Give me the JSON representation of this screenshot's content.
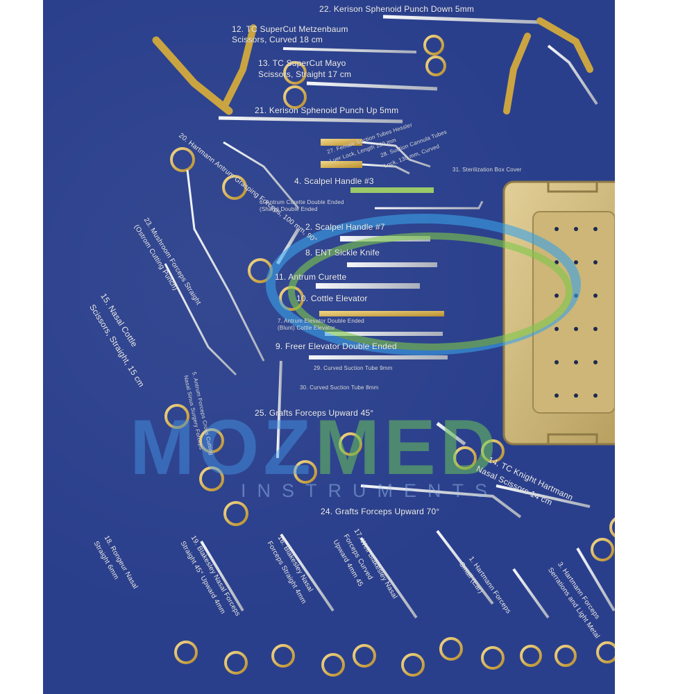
{
  "watermark": {
    "brand_left": "MOZ",
    "brand_right": "MED",
    "subtitle": "INSTRUMENTS"
  },
  "labels": {
    "l22": "22. Kerison Sphenoid Punch Down 5mm",
    "l12a": "12. TC SuperCut Metzenbaum",
    "l12b": "Scissors, Curved 18 cm",
    "l13a": "13. TC SuperCut Mayo",
    "l13b": "Scissors, Straight 17 cm",
    "l21": "21. Kerison Sphenoid Punch Up 5mm",
    "l20": "20. Hartmann Antrum Grasping Forceps, 100 mm, 90°",
    "l27": "27. Female Suction Tubes Hessler",
    "l27b": "Luer Lock, Length 130 mm",
    "l28": "28. Suction Cannula Tubes",
    "l28b": "Lock, 130 mm, Curved",
    "l31": "31. Sterilization Box Cover",
    "l4": "4. Scalpel Handle #3",
    "l6": "6. Antrum Curette Double Ended",
    "l6b": "(Sharp) Double Ended",
    "l23": "23. Mushroom Forceps Straight",
    "l23b": "(Ostrom Cutting Punch)",
    "l2": "2. Scalpel Handle #7",
    "l8": "8. ENT Sickle Knife",
    "l11": "11. Antrum Curette",
    "l10": "10. Cottle Elevator",
    "l7": "7. Antrum Elevator Double Ended",
    "l7b": "(Blunt) Cottle Elevator",
    "l9": "9. Freer Elevator Double Ended",
    "l15": "15. Nasal Cottle",
    "l15b": "Scissors, Straight, 15 cm",
    "l5": "5. Antrum Forceps Cross Cutting",
    "l5b": "Nasal Sinus Surgery Forceps",
    "l29": "29. Curved Suction Tube 9mm",
    "l30": "30. Curved Suction Tube 8mm",
    "l25": "25. Grafts Forceps Upward 45°",
    "l14": "14. TC Knight Hartmann",
    "l14b": "Nasal Scissors 14 cm",
    "l24": "24. Grafts Forceps Upward 70°",
    "l16": "16. Blakesley Nasal",
    "l16b": "Forceps Straight 4mm",
    "l17": "17. Weil Blakesley Nasal",
    "l17b": "Forceps Curved",
    "l17c": "Upward 4mm 45",
    "l18": "18. Rongeur Nasal",
    "l18b": "Straight 6mm",
    "l19": "19. Blakesley Nasal Forceps",
    "l19b": "Straight 45° Upward 4mm",
    "l1": "1. Hartmann Forceps",
    "l1b": "Small (Ear)",
    "l3": "3. Hartmann Forceps",
    "l3b": "Serrations and Light Metal"
  },
  "colors": {
    "background": "#2a3f8c",
    "gold": "#d4b24c",
    "silver": "#d9dde6",
    "tray": "#c9b47a"
  }
}
